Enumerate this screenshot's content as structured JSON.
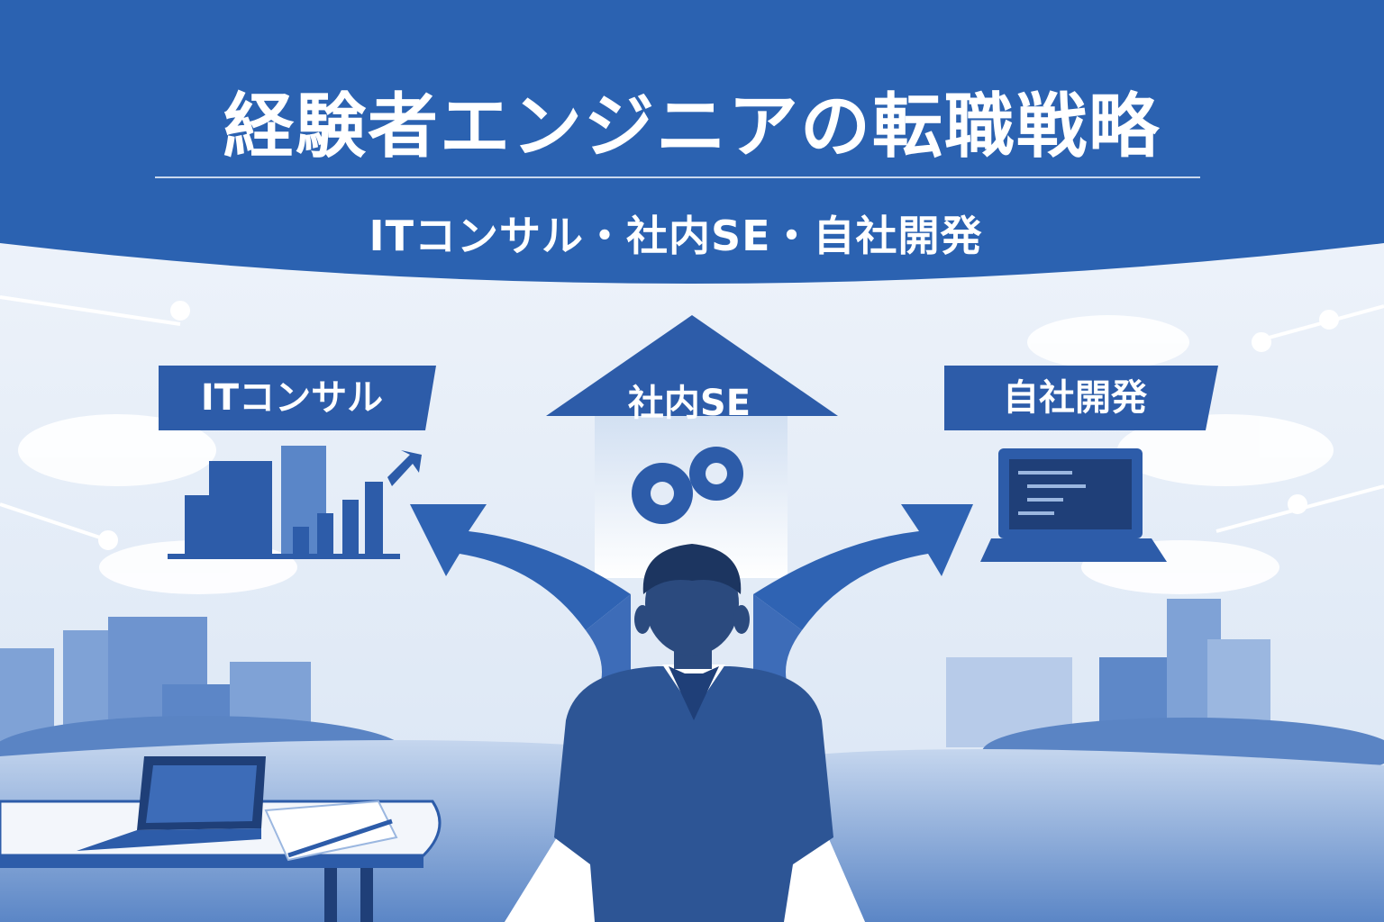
{
  "header": {
    "title": "経験者エンジニアの転職戦略",
    "subtitle": "ITコンサル・社内SE・自社開発"
  },
  "paths": [
    {
      "label": "ITコンサル",
      "icon": "building-chart-icon"
    },
    {
      "label": "社内SE",
      "icon": "gears-icon"
    },
    {
      "label": "自社開発",
      "icon": "laptop-code-icon"
    }
  ],
  "colors": {
    "banner": "#2b62b1",
    "label_bg": "#2d5ca9",
    "dark_navy": "#1f3f78",
    "light_bg": "#eef3fa"
  }
}
